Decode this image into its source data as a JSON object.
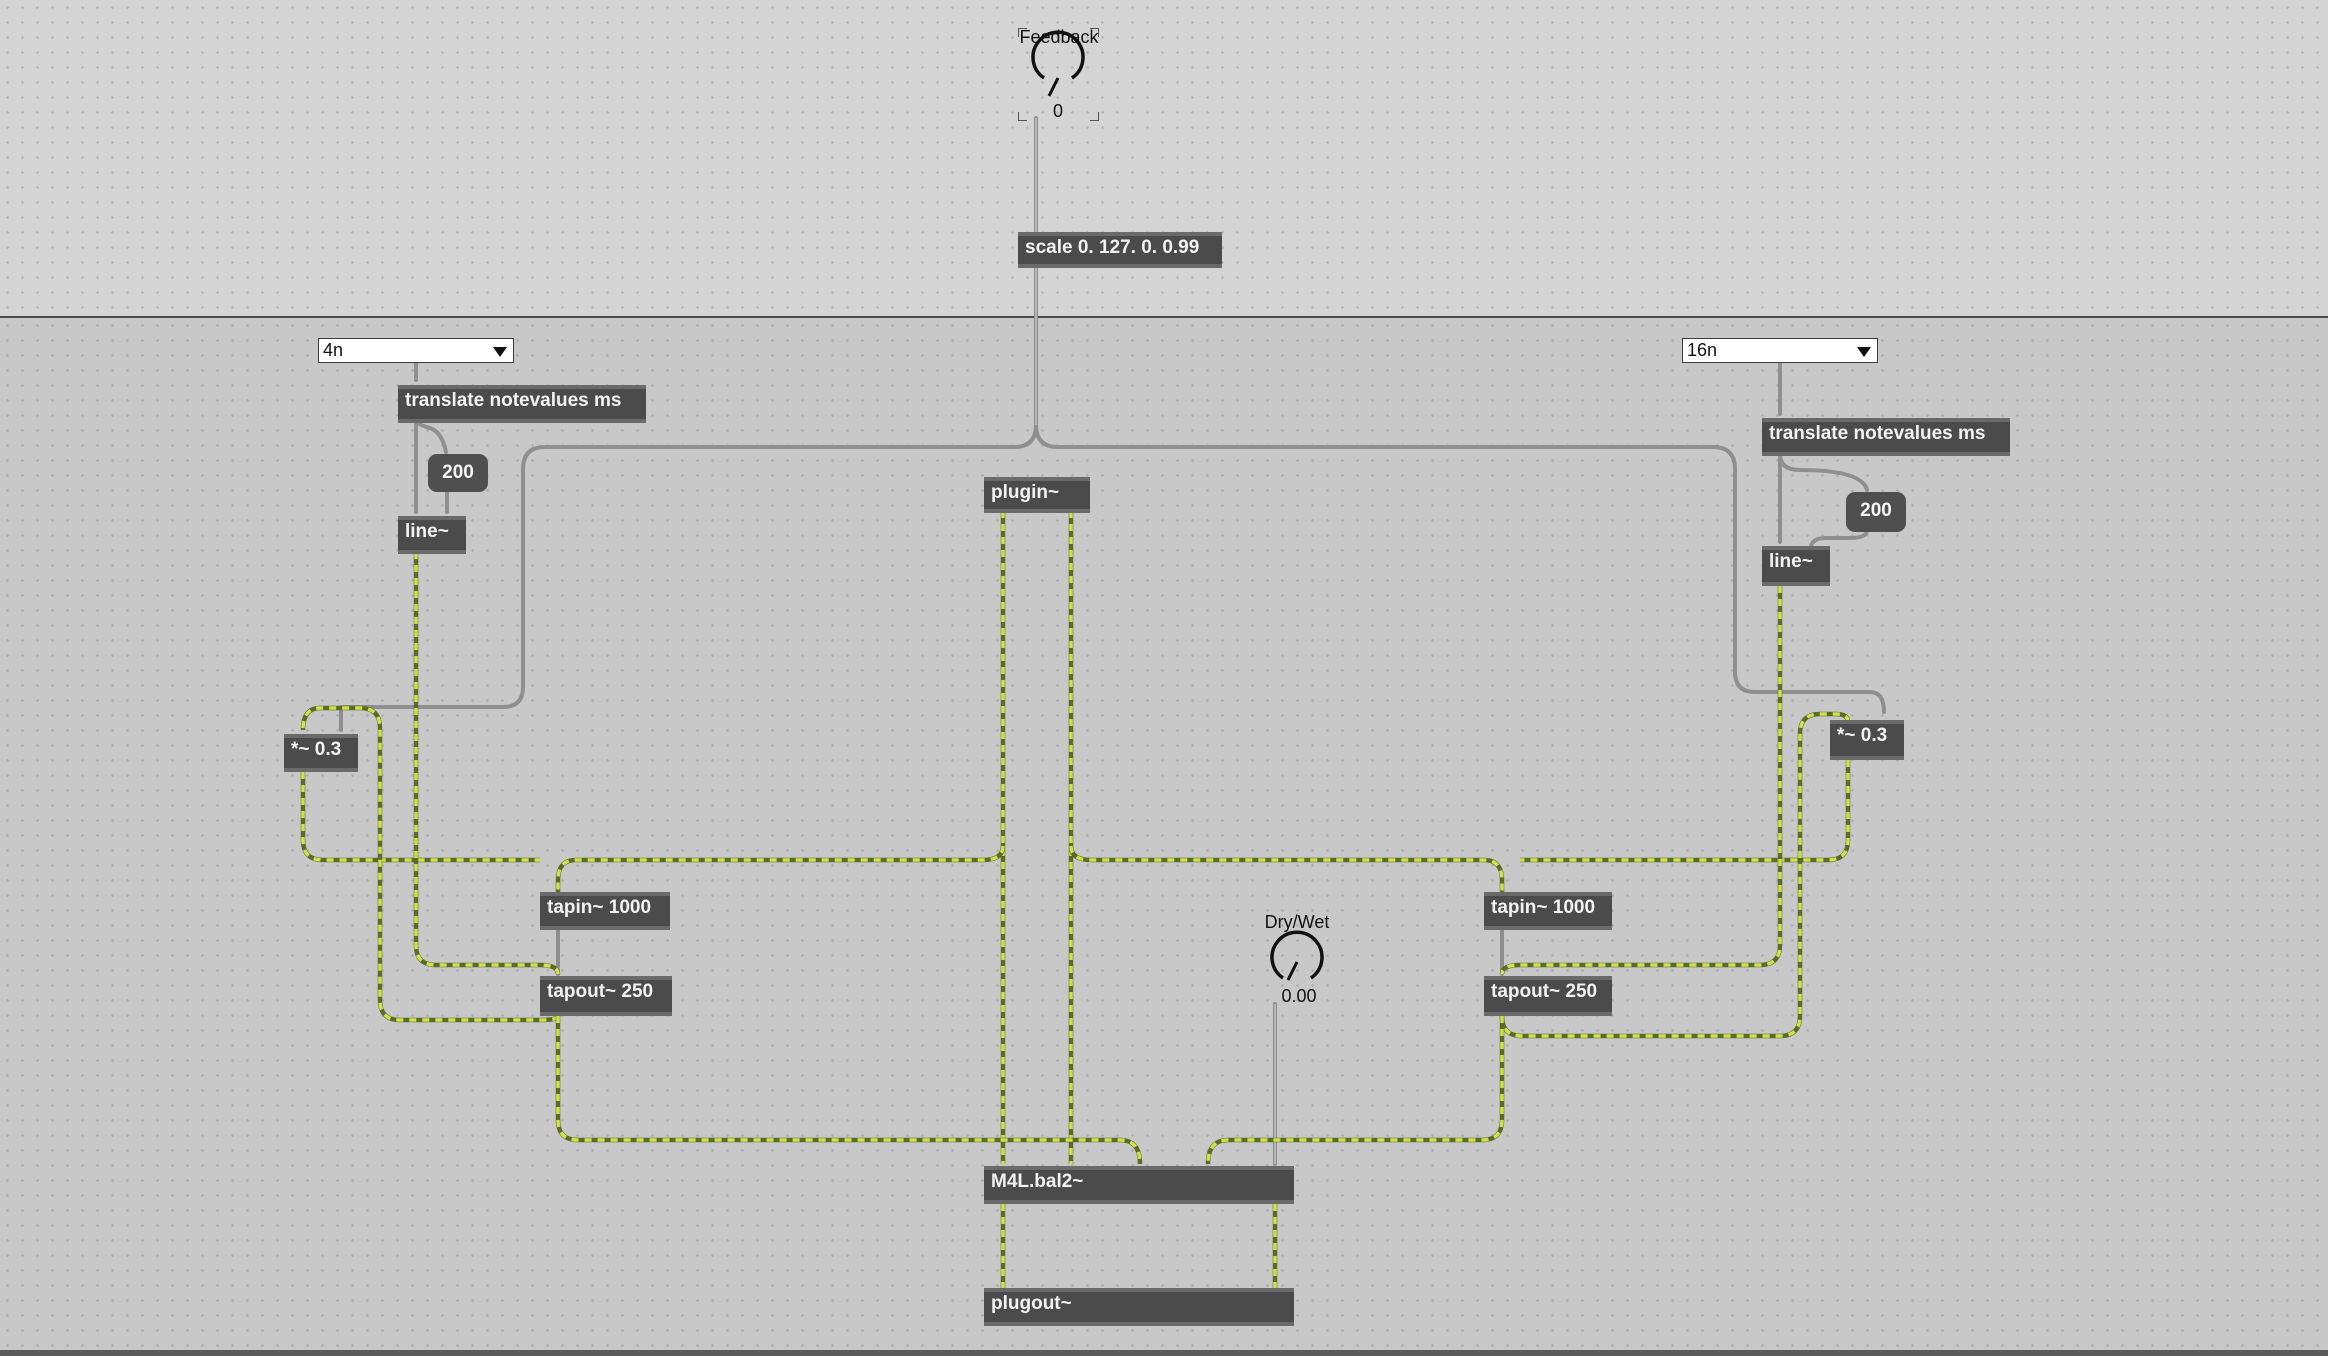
{
  "feedback": {
    "label": "Feedback",
    "value": "0"
  },
  "drywet": {
    "label": "Dry/Wet",
    "value": "0.00"
  },
  "left": {
    "menu_value": "4n",
    "translate": "translate notevalues ms",
    "number": "200",
    "line": "line~",
    "multiply": "*~ 0.3",
    "tapin": "tapin~ 1000",
    "tapout": "tapout~ 250"
  },
  "right": {
    "menu_value": "16n",
    "translate": "translate notevalues ms",
    "number": "200",
    "line": "line~",
    "multiply": "*~ 0.3",
    "tapin": "tapin~ 1000",
    "tapout": "tapout~ 250"
  },
  "center": {
    "scale": "scale 0. 127. 0. 0.99",
    "plugin": "plugin~",
    "balance": "M4L.bal2~",
    "plugout": "plugout~"
  },
  "colors": {
    "signal_patch_cord": "#c8dd4a",
    "control_patch_cord": "#8f8f8f",
    "object_box": "#4b4b4b",
    "inlet": "#d98080"
  }
}
